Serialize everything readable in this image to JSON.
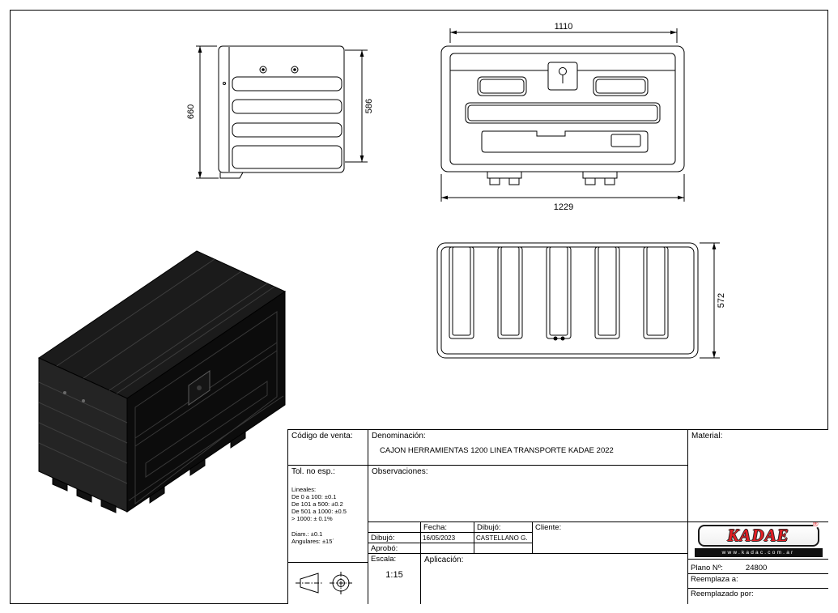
{
  "sheet": {
    "background": "#ffffff",
    "line_color": "#000000"
  },
  "dimensions": {
    "side_height_total": "660",
    "side_height_inner": "586",
    "front_width_top": "1110",
    "front_width_bottom": "1229",
    "top_depth": "572"
  },
  "title_block": {
    "codigo_venta_label": "Código de venta:",
    "denominacion_label": "Denominación:",
    "denominacion_value": "CAJON HERRAMIENTAS 1200 LINEA TRANSPORTE KADAE 2022",
    "material_label": "Material:",
    "observaciones_label": "Observaciones:",
    "tolerances": {
      "title": "Tol. no esp.:",
      "lineales_title": "Lineales:",
      "line1": "De 0 a 100: ±0.1",
      "line2": "De 101 a 500: ±0.2",
      "line3": "De 501 a 1000: ±0.5",
      "line4": "> 1000: ± 0.1%",
      "diam": "Diam.: ±0.1",
      "angulares": "Angulares: ±15´"
    },
    "fecha_label": "Fecha:",
    "fecha_value": "16/05/2023",
    "dibujo_header_label": "Dibujó:",
    "dibujo_value": "CASTELLANO G.",
    "cliente_label": "Cliente:",
    "dibujo_row_label": "Dibujó:",
    "aprobo_label": "Aprobó:",
    "escala_label": "Escala:",
    "escala_value": "1:15",
    "aplicacion_label": "Aplicación:",
    "plano_label": "Plano Nº:",
    "plano_value": "24800",
    "reemplaza_label": "Reemplaza a:",
    "reemplazado_label": "Reemplazado por:"
  },
  "brand": {
    "name": "KADAE",
    "registered": "®",
    "url": "www.kadac.com.ar",
    "accent_color": "#e31e24"
  }
}
